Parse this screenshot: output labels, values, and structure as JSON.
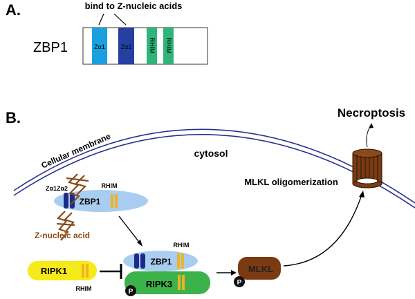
{
  "panel_a": {
    "label": "A.",
    "binding_note": "bind to Z-nucleic acids",
    "protein": "ZBP1",
    "domains": [
      "Zα1",
      "Zα2",
      "RHIM",
      "RHIM"
    ]
  },
  "panel_b": {
    "label": "B.",
    "membrane_label": "Cellular membrane",
    "cytosol_label": "cytosol",
    "outcome": "Necroptosis",
    "oligomer_label": "MLKL oligomerization",
    "zbp1_upper": {
      "name": "ZBP1",
      "za_label": "Zα1Zα2",
      "rhim_label": "RHIM"
    },
    "znucleic_label": "Z-nucleic acid",
    "complex": {
      "zbp1": "ZBP1",
      "ripk3": "RIPK3",
      "rhim_label": "RHIM",
      "phospho": "P"
    },
    "ripk1": {
      "name": "RIPK1",
      "rhim_label": "RHIM"
    },
    "mlkl": {
      "name": "MLKL",
      "phospho": "P"
    }
  },
  "colors": {
    "za1": "#1aa0de",
    "za2": "#2540a0",
    "rhim": "#2fb57a",
    "zbp1_oval": "#a8cdf0",
    "ripk3": "#3cb34a",
    "ripk1": "#f6ea1a",
    "rhim_bars": "#f0b323",
    "mlkl": "#7a3b12",
    "membrane": "#2a2f8f",
    "znucleic": "#8a4b1a"
  }
}
